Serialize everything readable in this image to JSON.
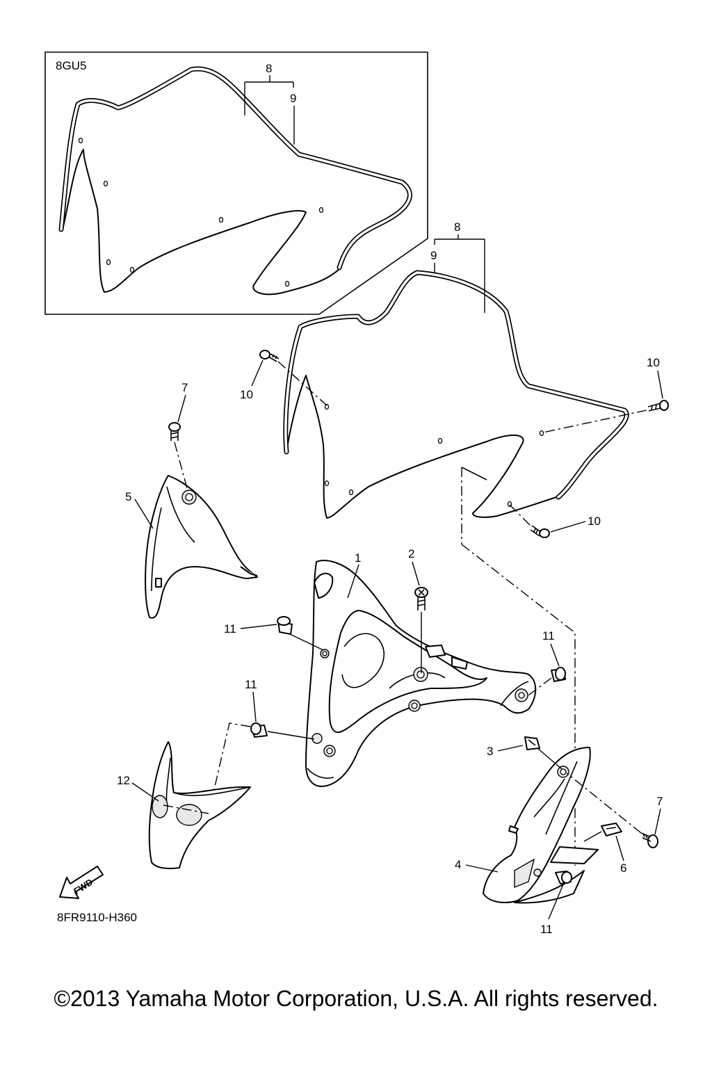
{
  "diagram": {
    "inset_label": "8GU5",
    "drawing_code": "8FR9110-H360",
    "fwd_label": "FWD",
    "callouts": {
      "c1": "1",
      "c2": "2",
      "c3": "3",
      "c4": "4",
      "c5": "5",
      "c6": "6",
      "c7a": "7",
      "c7b": "7",
      "c8a": "8",
      "c8b": "8",
      "c9a": "9",
      "c9b": "9",
      "c10a": "10",
      "c10b": "10",
      "c10c": "10",
      "c11a": "11",
      "c11b": "11",
      "c11c": "11",
      "c11d": "11",
      "c12": "12"
    }
  },
  "copyright": "©2013 Yamaha Motor Corporation, U.S.A. All rights reserved."
}
